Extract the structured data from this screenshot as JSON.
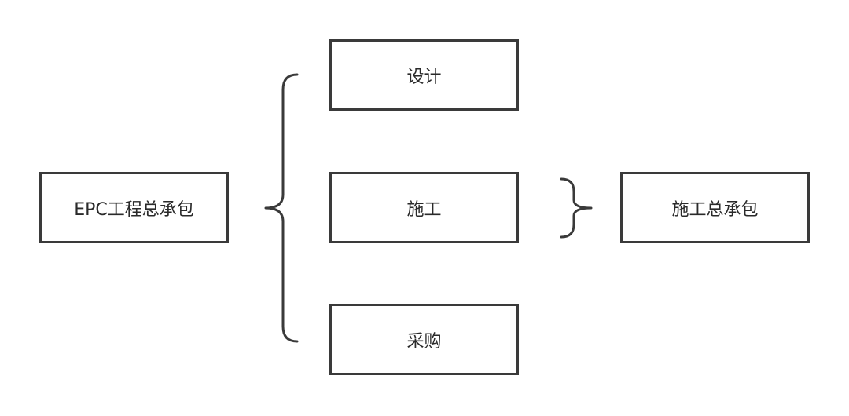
{
  "diagram": {
    "root": {
      "label": "EPC工程总承包"
    },
    "components": [
      {
        "label": "设计"
      },
      {
        "label": "施工"
      },
      {
        "label": "采购"
      }
    ],
    "result": {
      "label": "施工总承包"
    }
  }
}
